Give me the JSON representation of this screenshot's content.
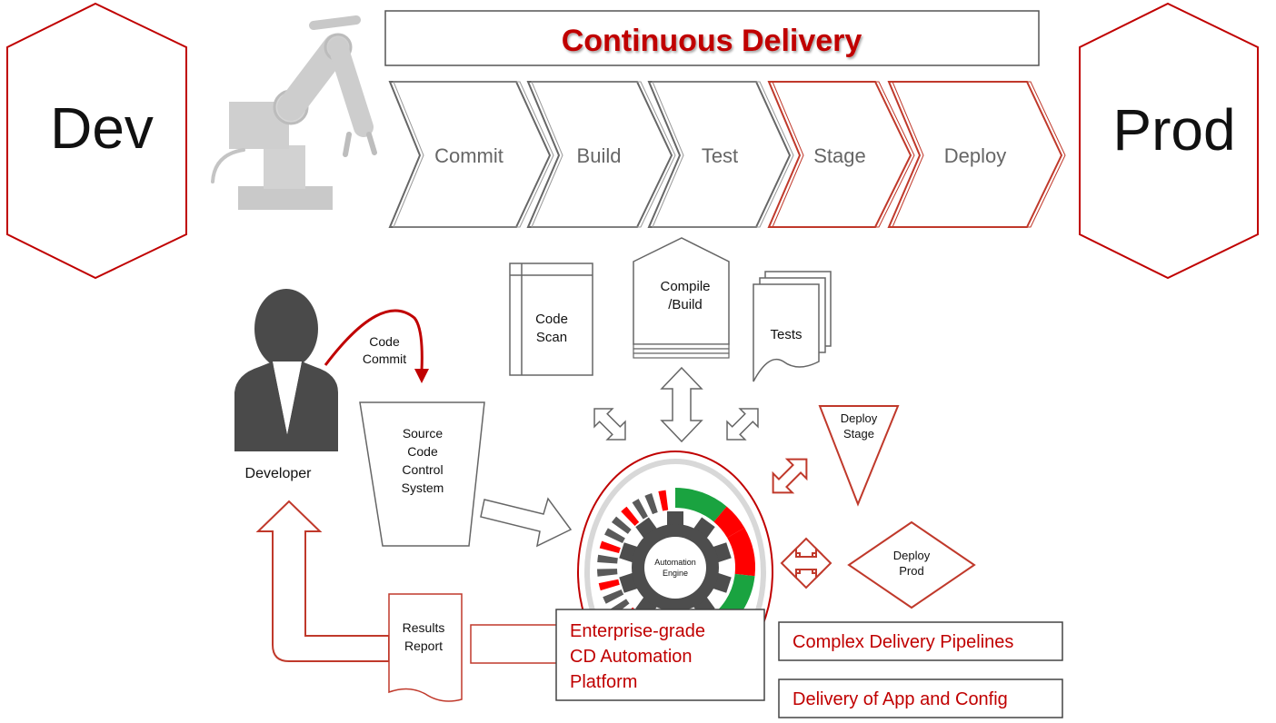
{
  "title": "Continuous Delivery",
  "environments": {
    "dev": "Dev",
    "prod": "Prod"
  },
  "pipeline": {
    "stages": [
      "Commit",
      "Build",
      "Test",
      "Stage",
      "Deploy"
    ]
  },
  "actors": {
    "developer": "Developer",
    "code_commit": [
      "Code",
      "Commit"
    ]
  },
  "components": {
    "source_control": [
      "Source",
      "Code",
      "Control",
      "System"
    ],
    "code_scan": [
      "Code",
      "Scan"
    ],
    "compile_build": [
      "Compile",
      "/Build"
    ],
    "tests": "Tests",
    "deploy_stage": [
      "Deploy",
      "Stage"
    ],
    "deploy_prod": [
      "Deploy",
      "Prod"
    ],
    "automation_engine": [
      "Automation",
      "Engine"
    ],
    "results_report": [
      "Results",
      "Report"
    ]
  },
  "callouts": {
    "platform": [
      "Enterprise-grade",
      "CD Automation",
      "Platform"
    ],
    "pipelines": "Complex Delivery Pipelines",
    "config": "Delivery of App and Config"
  },
  "colors": {
    "accent_red": "#c00000",
    "bright_red": "#ff0000",
    "green": "#1aa340",
    "gray_outline": "#5a5a5a",
    "text_dark": "#111111",
    "robot_gray": "#bdbdbd"
  },
  "icons": {
    "robot": "robot-arm-icon",
    "developer": "person-icon",
    "gear": "gear-icon"
  }
}
